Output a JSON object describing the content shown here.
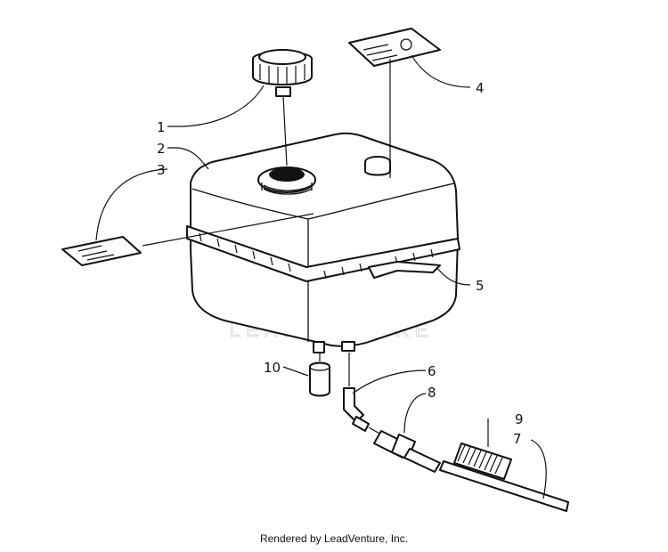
{
  "diagram": {
    "callouts": [
      {
        "id": "1",
        "label": "1"
      },
      {
        "id": "2",
        "label": "2"
      },
      {
        "id": "3",
        "label": "3"
      },
      {
        "id": "4",
        "label": "4"
      },
      {
        "id": "5",
        "label": "5"
      },
      {
        "id": "6",
        "label": "6"
      },
      {
        "id": "7",
        "label": "7"
      },
      {
        "id": "8",
        "label": "8"
      },
      {
        "id": "9",
        "label": "9"
      },
      {
        "id": "10",
        "label": "10"
      }
    ],
    "watermark": "LEADVENTURE"
  },
  "footer": {
    "text": "Rendered by LeadVenture, Inc."
  }
}
